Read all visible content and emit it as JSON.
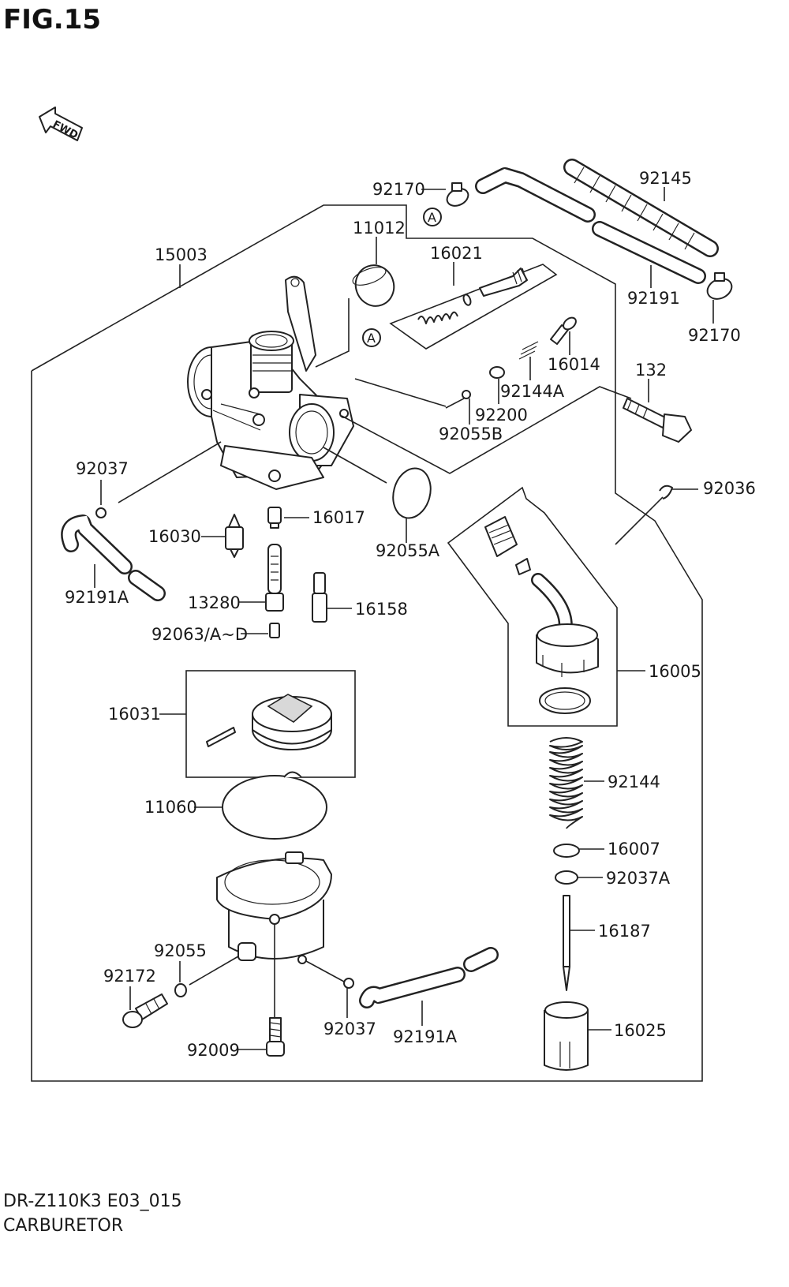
{
  "figure": {
    "title": "FIG.15",
    "model_code": "DR-Z110K3 E03_015",
    "section_name": "CARBURETOR",
    "fwd_label": "FWD",
    "ref_marker": "A"
  },
  "part_labels": [
    "92170",
    "92145",
    "11012",
    "16021",
    "15003",
    "92191",
    "92170",
    "16014",
    "92144A",
    "132",
    "92200",
    "92055B",
    "92036",
    "92037",
    "16017",
    "16030",
    "92055A",
    "92191A",
    "13280",
    "16158",
    "92063/A~D",
    "16005",
    "16031",
    "92144",
    "11060",
    "16007",
    "92037A",
    "16187",
    "92055",
    "92172",
    "92037",
    "92191A",
    "16025",
    "92009"
  ]
}
